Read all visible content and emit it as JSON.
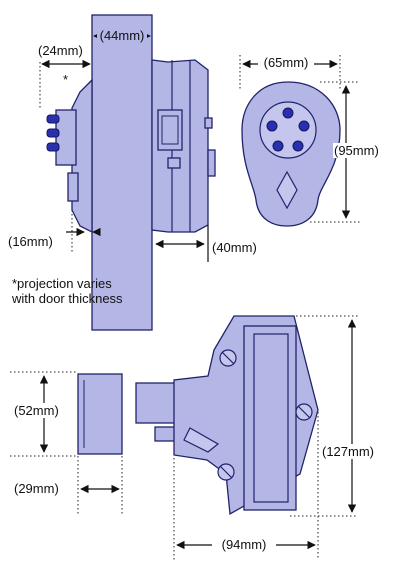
{
  "labels": {
    "top_width": "(44mm)",
    "top_left_projection": "(24mm)",
    "asterisk": "*",
    "face_width": "(65mm)",
    "face_height": "(95mm)",
    "bottom_left_projection": "(16mm)",
    "right_projection": "(40mm)",
    "note_line1": "*projection varies",
    "note_line2": "with door thickness",
    "block_height": "(52mm)",
    "block_width": "(29mm)",
    "plate_height": "(127mm)",
    "plate_width": "(94mm)"
  },
  "colors": {
    "body_fill": "#b4b6e6",
    "outline": "#20236a",
    "button_blue": "#2a2fae"
  }
}
